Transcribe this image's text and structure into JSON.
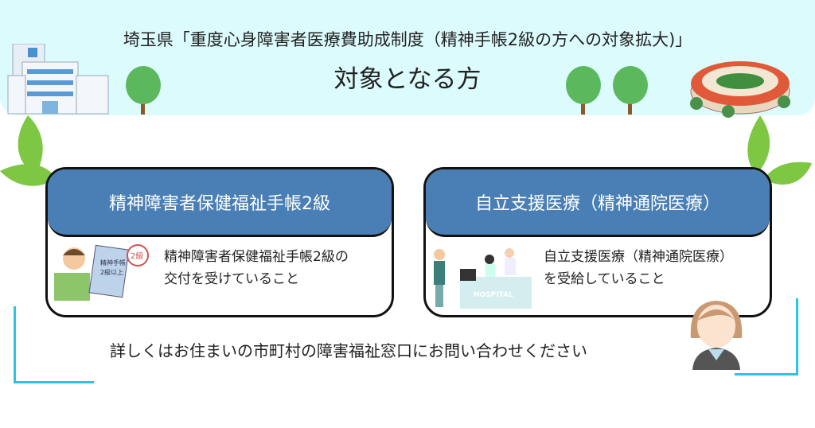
{
  "header": {
    "title": "埼玉県「重度心身障害者医療費助成制度（精神手帳2級の方への対象拡大)」",
    "subtitle": "対象となる方"
  },
  "cards": [
    {
      "heading": "精神障害者保健福祉手帳2級",
      "body_line1": "精神障害者保健福祉手帳2級の",
      "body_line2": "交付を受けていること",
      "illustration_badge": "2級",
      "illustration_book_line1": "精神手帳",
      "illustration_book_line2": "2級以上"
    },
    {
      "heading": "自立支援医療（精神通院医療）",
      "body_line1": "自立支援医療（精神通院医療）",
      "body_line2": "を受給していること",
      "illustration_sign": "HOSPITAL"
    }
  ],
  "footer": {
    "note": "詳しくはお住まいの市町村の障害福祉窓口にお問い合わせください"
  },
  "colors": {
    "banner": "#dcfbfd",
    "card_header": "#4a7fb5",
    "bracket": "#28c6e0",
    "leaf": "#7dc742"
  }
}
